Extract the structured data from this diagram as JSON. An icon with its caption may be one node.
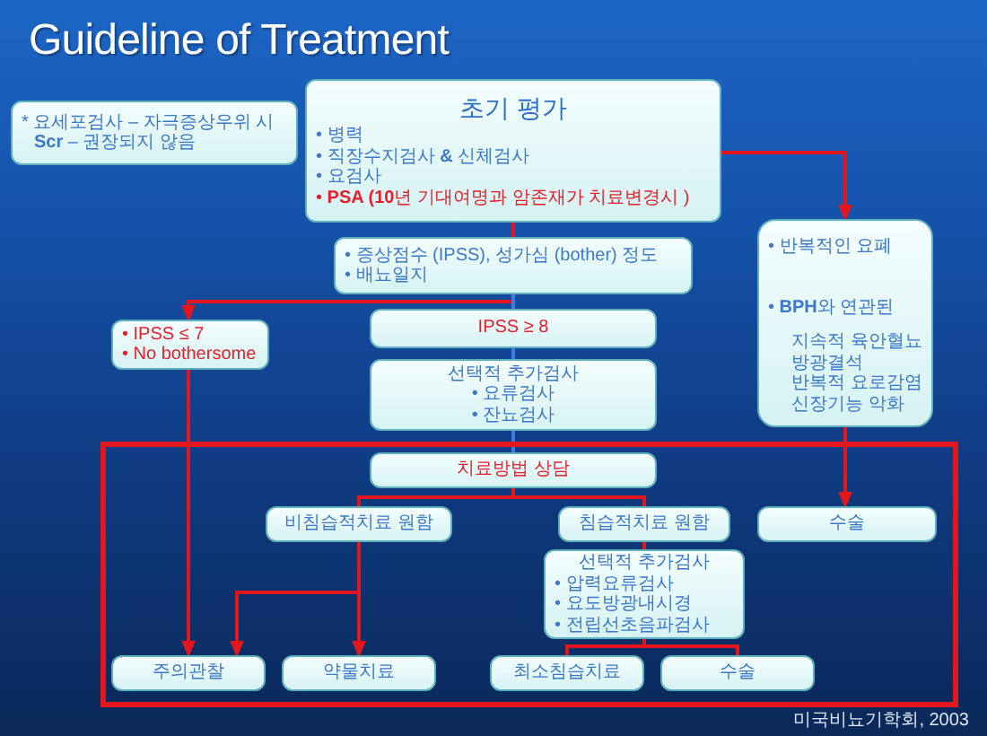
{
  "diagram": {
    "title": "Guideline of Treatment",
    "nodes": [
      {
        "text": [
          "* 요세포검사 – 자극증상우위 시",
          "**Scr** – 권장되지 않음"
        ]
      },
      {
        "text": [
          "초기 평가",
          "• 병력",
          "• 직장수지검사 **&** 신체검사",
          "• 요검사",
          "• **PSA (10**년 기대여명과 암존재가 치료변경시 )"
        ]
      },
      {
        "text": [
          "• 증상점수 (IPSS), 성가심 (bother) 정도",
          "• 배뇨일지"
        ]
      },
      {
        "text": [
          "• IPSS ≤ 7",
          "• No bothersome"
        ]
      },
      {
        "text": [
          "IPSS ≥ 8"
        ]
      },
      {
        "text": [
          "선택적 추가검사",
          "• 요류검사",
          "• 잔뇨검사"
        ]
      },
      {
        "text": [
          "• 반복적인 요폐",
          "• **BPH**와 연관된",
          "지속적 육안혈뇨",
          "방광결석",
          "반복적 요로감염",
          "신장기능 악화"
        ]
      },
      {
        "text": [],
        "shape": "box"
      },
      {
        "text": [
          "치료방법 상담"
        ],
        "in": 7
      },
      {
        "text": [
          "비침습적치료 원함"
        ],
        "in": 7
      },
      {
        "text": [
          "침습적치료 원함"
        ],
        "in": 7
      },
      {
        "text": [
          "수술"
        ],
        "in": 7
      },
      {
        "text": [
          "선택적 추가검사",
          "• 압력요류검사",
          "• 요도방광내시경",
          "• 전립선초음파검사"
        ],
        "in": 7
      },
      {
        "text": [
          "주의관찰"
        ],
        "in": 7
      },
      {
        "text": [
          "약물치료"
        ],
        "in": 7
      },
      {
        "text": [
          "최소침습치료"
        ],
        "in": 7
      },
      {
        "text": [
          "수술"
        ],
        "in": 7
      }
    ],
    "edges": [
      {
        "from": 1,
        "to": 2,
        "arrow": "none"
      },
      {
        "from": 2,
        "to": 3,
        "arrow": "to"
      },
      {
        "from": 2,
        "to": 4,
        "arrow": "none",
        "color": "#3f7be0"
      },
      {
        "from": 4,
        "to": 5,
        "arrow": "none",
        "color": "#3f7be0"
      },
      {
        "from": 1,
        "to": 6,
        "arrow": "to"
      },
      {
        "from": 5,
        "to": 8,
        "arrow": "none",
        "color": "#3f7be0"
      },
      {
        "from": 6,
        "to": 11,
        "arrow": "to"
      },
      {
        "from": 8,
        "to": 9,
        "arrow": "none"
      },
      {
        "from": 8,
        "to": 10,
        "arrow": "none"
      },
      {
        "from": 3,
        "to": 13,
        "arrow": "to"
      },
      {
        "from": 9,
        "to": 14,
        "arrow": "to"
      },
      {
        "from": 9,
        "to": 13,
        "arrow": "to"
      },
      {
        "from": 10,
        "to": 12,
        "arrow": "none"
      },
      {
        "from": 12,
        "to": 15,
        "arrow": "none"
      },
      {
        "from": 12,
        "to": 16,
        "arrow": "none"
      }
    ],
    "labels": [
      "미국비뇨기학회, 2003"
    ]
  }
}
